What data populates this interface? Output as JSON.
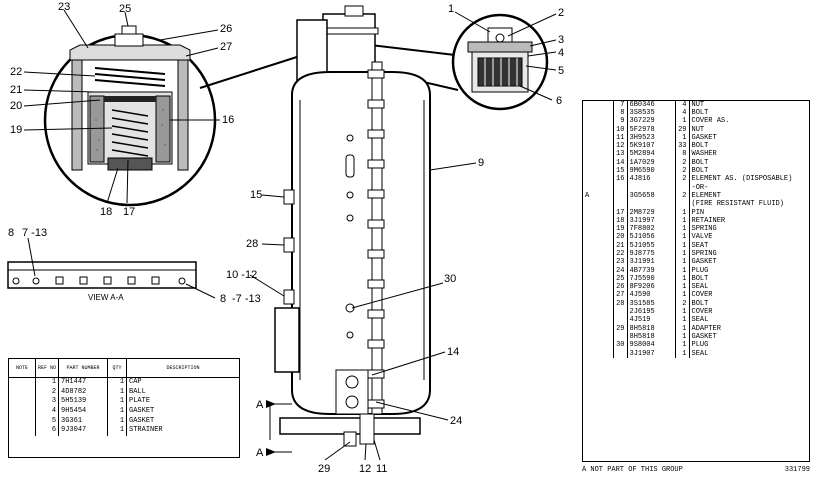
{
  "callouts": {
    "c1": "1",
    "c2": "2",
    "c3": "3",
    "c4": "4",
    "c5": "5",
    "c6": "6",
    "c8_13a": "8",
    "c7_13a": "7 -13",
    "c8b": "8",
    "c7_13b": "-7 -13",
    "c9": "9",
    "c10_12": "10 -12",
    "c11": "11",
    "c12": "12",
    "c14": "14",
    "c15": "15",
    "c16": "16",
    "c17": "17",
    "c18": "18",
    "c19": "19",
    "c20": "20",
    "c21": "21",
    "c22": "22",
    "c23": "23",
    "c24": "24",
    "c25": "25",
    "c26": "26",
    "c27": "27",
    "c28": "28",
    "c29": "29",
    "c30": "30",
    "view_a": "VIEW  A-A",
    "arrow_a1": "A",
    "arrow_a2": "A"
  },
  "left_table": {
    "headers": [
      "NOTE",
      "REF NO",
      "PART NUMBER",
      "QTY",
      "DESCRIPTION"
    ],
    "rows": [
      [
        "",
        "1",
        "7H1447",
        "1",
        "CAP"
      ],
      [
        "",
        "2",
        "4D8782",
        "1",
        "BALL"
      ],
      [
        "",
        "3",
        "5H5139",
        "1",
        "PLATE"
      ],
      [
        "",
        "4",
        "9H5454",
        "1",
        "GASKET"
      ],
      [
        "",
        "5",
        "3G361",
        "1",
        "GASKET"
      ],
      [
        "",
        "6",
        "9J3047",
        "1",
        "STRAINER"
      ]
    ]
  },
  "right_table": {
    "rows": [
      [
        "",
        "7",
        "6B0346",
        "4",
        "NUT"
      ],
      [
        "",
        "8",
        "3S8535",
        "4",
        "BOLT"
      ],
      [
        "",
        "9",
        "3G7229",
        "1",
        "COVER AS."
      ],
      [
        "",
        "10",
        "5F2978",
        "29",
        "NUT"
      ],
      [
        "",
        "11",
        "3H9523",
        "1",
        "GASKET"
      ],
      [
        "",
        "12",
        "5K9107",
        "33",
        "BOLT"
      ],
      [
        "",
        "13",
        "5M2894",
        "8",
        "WASHER"
      ],
      [
        "",
        "14",
        "1A7029",
        "2",
        "BOLT"
      ],
      [
        "",
        "15",
        "9M6590",
        "2",
        "BOLT"
      ],
      [
        "",
        "16",
        "4J816",
        "2",
        "ELEMENT AS. (DISPOSABLE)"
      ],
      [
        "",
        "",
        "",
        "",
        "-OR-"
      ],
      [
        "A",
        "",
        "3G5658",
        "2",
        "ELEMENT"
      ],
      [
        "",
        "",
        "",
        "",
        "(FIRE RESISTANT FLUID)"
      ],
      [
        "",
        "17",
        "2M8729",
        "1",
        "PIN"
      ],
      [
        "",
        "18",
        "3J1997",
        "1",
        "RETAINER"
      ],
      [
        "",
        "19",
        "7F8802",
        "1",
        "SPRING"
      ],
      [
        "",
        "20",
        "5J1056",
        "1",
        "VALVE"
      ],
      [
        "",
        "21",
        "5J1055",
        "1",
        "SEAT"
      ],
      [
        "",
        "22",
        "9J8775",
        "1",
        "SPRING"
      ],
      [
        "",
        "23",
        "3J1991",
        "1",
        "GASKET"
      ],
      [
        "",
        "24",
        "4B7739",
        "1",
        "PLUG"
      ],
      [
        "",
        "25",
        "7J5590",
        "1",
        "BOLT"
      ],
      [
        "",
        "26",
        "8F9206",
        "1",
        "SEAL"
      ],
      [
        "",
        "27",
        "4J590",
        "1",
        "COVER"
      ],
      [
        "",
        "28",
        "3S1585",
        "2",
        "BOLT"
      ],
      [
        "",
        "",
        "2J6195",
        "1",
        "COVER"
      ],
      [
        "",
        "",
        "4J519",
        "1",
        "SEAL"
      ],
      [
        "",
        "29",
        "8H5818",
        "1",
        "ADAPTER"
      ],
      [
        "",
        "",
        "8H5818",
        "1",
        "GASKET"
      ],
      [
        "",
        "30",
        "9S8004",
        "1",
        "PLUG"
      ],
      [
        "",
        "",
        "3J1907",
        "1",
        "SEAL"
      ]
    ],
    "footer_note": "A   NOT PART OF THIS GROUP",
    "figure_number": "331799"
  }
}
